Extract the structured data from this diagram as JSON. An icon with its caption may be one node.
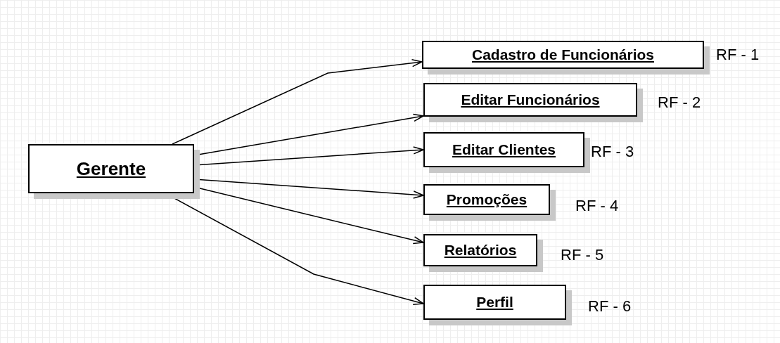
{
  "diagram": {
    "nodes": [
      {
        "text": [
          "Gerente"
        ]
      },
      {
        "text": [
          "Cadastro de Funcionários"
        ],
        "beside": [
          "RF - 1"
        ]
      },
      {
        "text": [
          "Editar Funcionários"
        ],
        "beside": [
          "RF - 2"
        ]
      },
      {
        "text": [
          "Editar Clientes"
        ],
        "beside": [
          "RF - 3"
        ]
      },
      {
        "text": [
          "Promoções"
        ],
        "beside": [
          "RF - 4"
        ]
      },
      {
        "text": [
          "Relatórios"
        ],
        "beside": [
          "RF - 5"
        ]
      },
      {
        "text": [
          "Perfil"
        ],
        "beside": [
          "RF - 6"
        ]
      }
    ],
    "edges": [
      {
        "from": 0,
        "to": 1,
        "arrow": "to"
      },
      {
        "from": 0,
        "to": 2,
        "arrow": "to"
      },
      {
        "from": 0,
        "to": 3,
        "arrow": "to"
      },
      {
        "from": 0,
        "to": 4,
        "arrow": "to"
      },
      {
        "from": 0,
        "to": 5,
        "arrow": "to"
      },
      {
        "from": 0,
        "to": 6,
        "arrow": "to"
      }
    ]
  }
}
